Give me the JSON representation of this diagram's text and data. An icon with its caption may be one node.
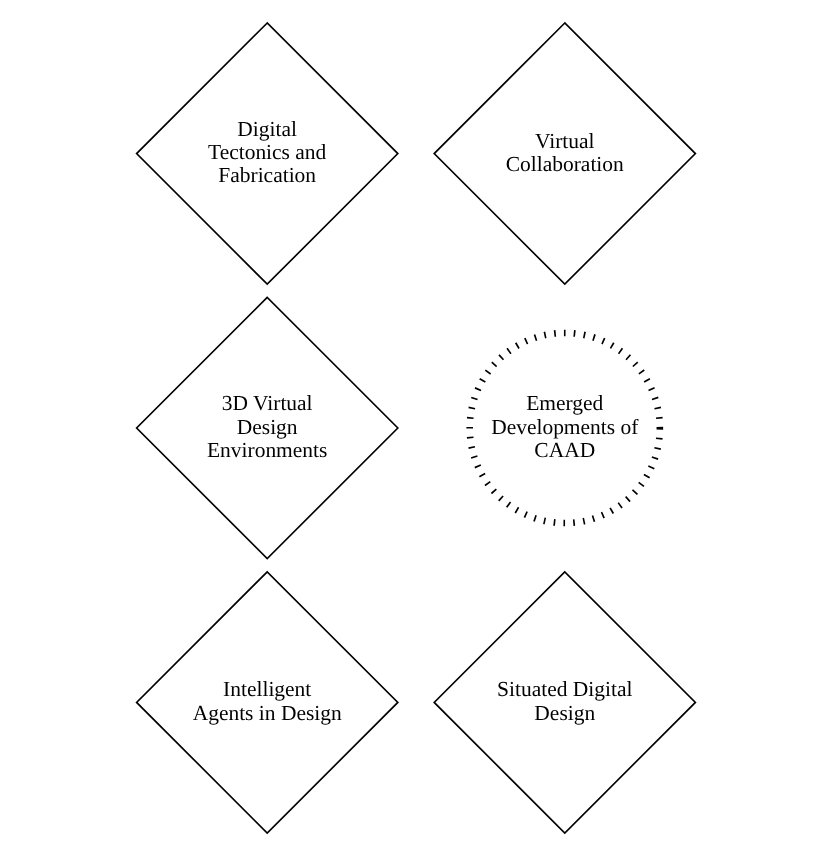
{
  "diagram": {
    "nodes": [
      {
        "text": [
          "Digital Tectonics and Fabrication"
        ]
      },
      {
        "text": [
          "Virtual Collaboration"
        ]
      },
      {
        "text": [
          "3D Virtual Design Environments"
        ]
      },
      {
        "text": [
          "Emerged Developments of CAAD"
        ]
      },
      {
        "text": [
          "Situated Digital Design"
        ]
      },
      {
        "text": [
          "Intelligent Agents in Design"
        ]
      }
    ],
    "edges": []
  }
}
